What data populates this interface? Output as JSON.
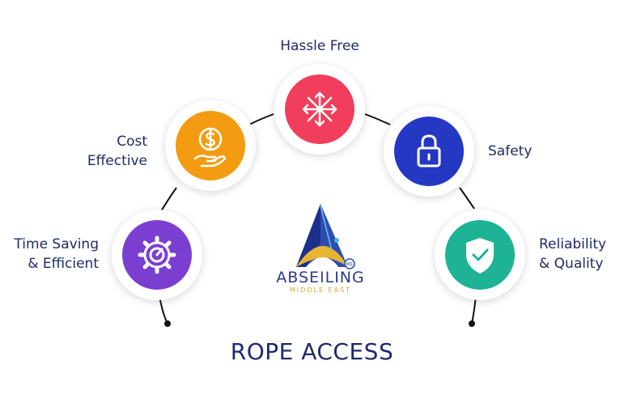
{
  "title": "ROPE ACCESS",
  "logo": {
    "name": "ABSEILING",
    "subtitle": "MIDDLE EAST",
    "badge": "ME"
  },
  "features": [
    {
      "id": "time",
      "lines": [
        "Time Saving",
        "& Efficient"
      ],
      "icon": "gear-gauge-icon",
      "color": "#7a3fd1"
    },
    {
      "id": "cost",
      "lines": [
        "Cost",
        "Effective"
      ],
      "icon": "dollar-hand-icon",
      "color": "#f39c12"
    },
    {
      "id": "hassle",
      "lines": [
        "Hassle Free"
      ],
      "icon": "expand-arrows-icon",
      "color": "#f03e5c"
    },
    {
      "id": "safety",
      "lines": [
        "Safety"
      ],
      "icon": "padlock-icon",
      "color": "#2438c4"
    },
    {
      "id": "reliability",
      "lines": [
        "Reliability",
        "& Quality"
      ],
      "icon": "shield-check-icon",
      "color": "#1db394"
    }
  ]
}
